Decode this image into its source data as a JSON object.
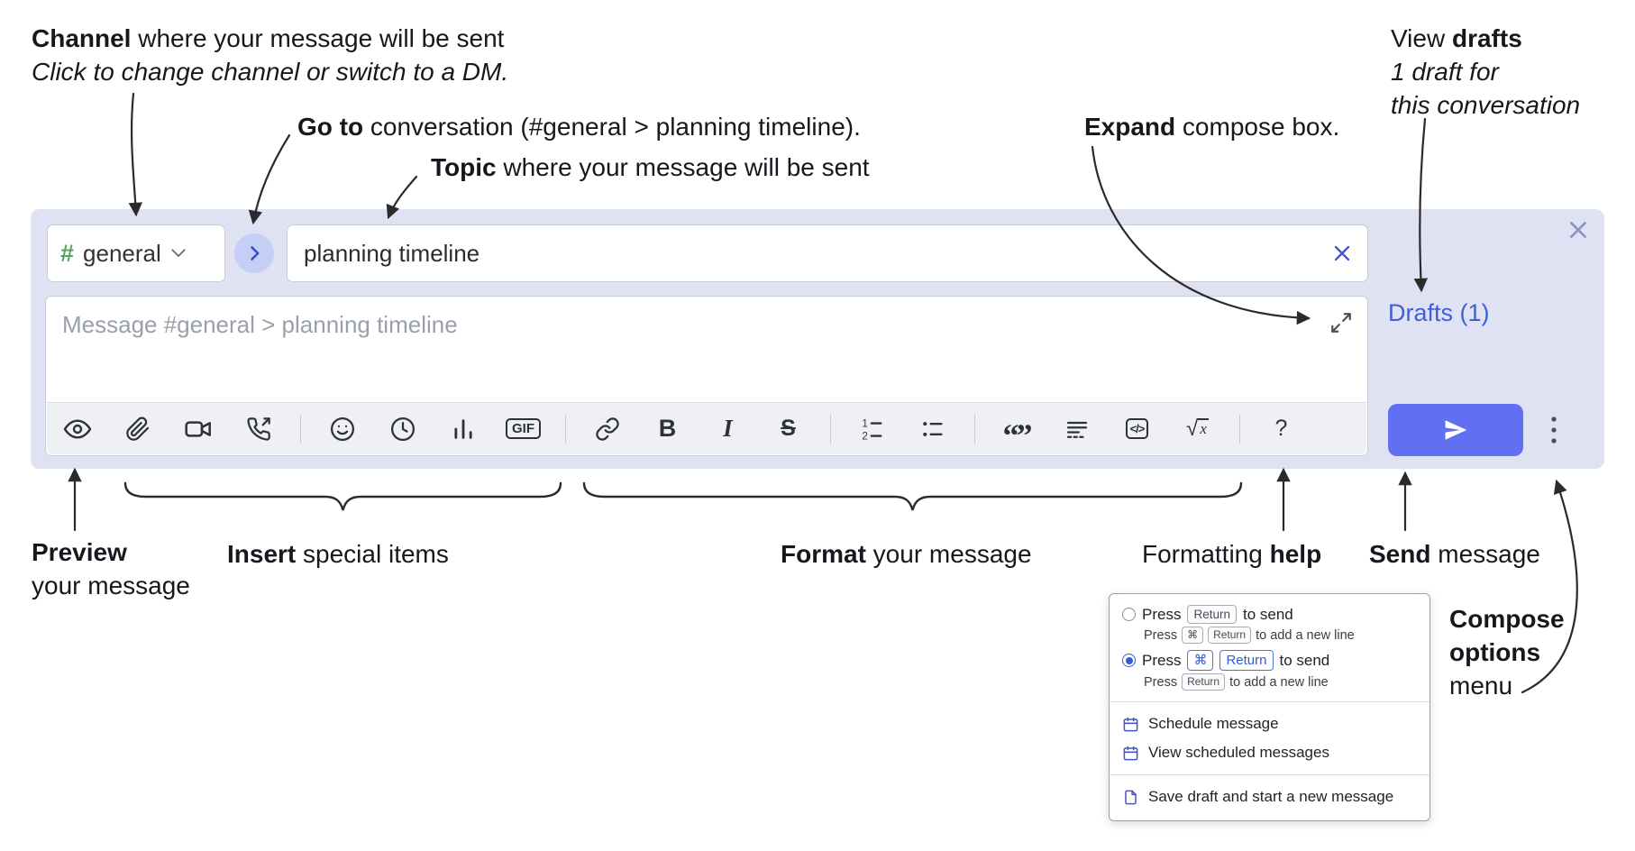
{
  "callouts": {
    "channel": {
      "bold": "Channel",
      "rest": " where your message will be sent",
      "sub": "Click to change channel or switch to a DM."
    },
    "goto": {
      "bold": "Go to",
      "rest": " conversation (#general > planning timeline)."
    },
    "topic": {
      "bold": "Topic",
      "rest": " where your message will be sent"
    },
    "expand": {
      "bold": "Expand",
      "rest": " compose box."
    },
    "drafts": {
      "pre": "View ",
      "bold": "drafts",
      "sub1": "1 draft for",
      "sub2": "this conversation"
    },
    "preview": {
      "bold": "Preview",
      "sub": "your message"
    },
    "insert": {
      "bold": "Insert",
      "rest": " special items"
    },
    "format": {
      "bold": "Format",
      "rest": " your message"
    },
    "help": {
      "pre": "Formatting ",
      "bold": "help"
    },
    "send": {
      "bold": "Send",
      "rest": " message"
    },
    "compose_options": {
      "bold1": "Compose",
      "bold2": "options",
      "sub": "menu"
    }
  },
  "compose": {
    "channel_hash": "#",
    "channel_name": "general",
    "topic_value": "planning timeline",
    "message_placeholder": "Message #general > planning timeline",
    "drafts_link": "Drafts (1)",
    "toolbar_glyphs": {
      "gif": "GIF",
      "bold": "B",
      "italic": "I",
      "strike": "S",
      "quote": "“”",
      "code": "</>",
      "math_root": "√",
      "math_x": "x",
      "help": "?"
    },
    "toolbar_icons": [
      "preview-eye",
      "attach-file",
      "video-call",
      "voice-call",
      "emoji",
      "global-time",
      "poll",
      "gif",
      "link",
      "bold",
      "italic",
      "strikethrough",
      "numbered-list",
      "bulleted-list",
      "quote",
      "spoiler",
      "code",
      "math",
      "help"
    ]
  },
  "popup": {
    "press": "Press",
    "return_key": "Return",
    "cmd_key": "⌘",
    "to_send": "to send",
    "to_add_new_line": "to add a new line",
    "menu_items": [
      {
        "label": "Schedule message"
      },
      {
        "label": "View scheduled messages"
      },
      {
        "label": "Save draft and start a new message"
      }
    ]
  },
  "colors": {
    "container_bg": "#dfe2f3",
    "accent_blue": "#6170f2",
    "link_blue": "#3d5fd8",
    "channel_green": "#58a35e"
  }
}
